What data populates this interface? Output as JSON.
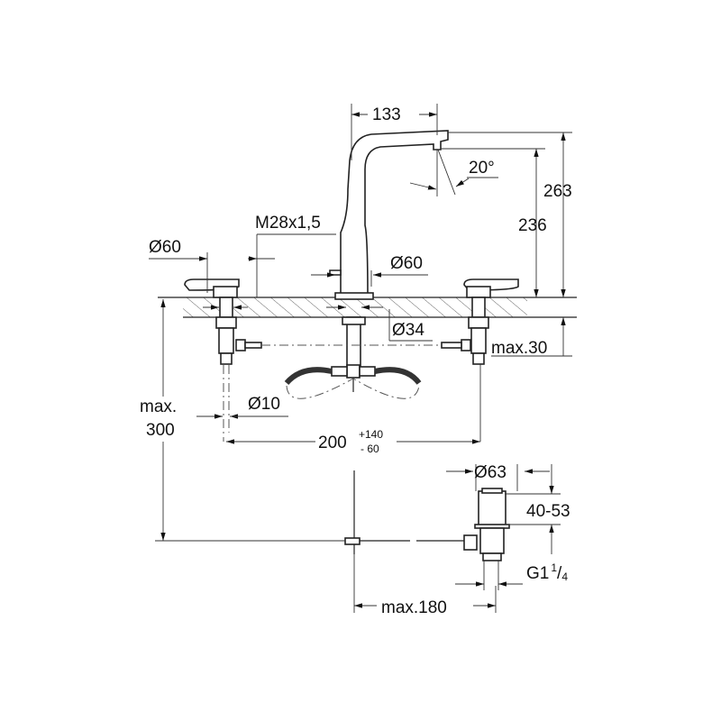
{
  "drawing": {
    "dimensions": {
      "spout_reach": "133",
      "spout_angle": "20°",
      "total_height": "263",
      "outlet_height": "236",
      "thread": "M28x1,5",
      "handle_diameter": "Ø60",
      "spout_base_diameter": "Ø60",
      "hole_diameter": "Ø34",
      "max_deck_thickness": "max.30",
      "max_depth_line1": "max.",
      "max_depth_line2": "300",
      "supply_diameter": "Ø10",
      "centers": "200",
      "centers_tol_plus": "+140",
      "centers_tol_minus": "- 60",
      "drain_diameter": "Ø63",
      "drain_height": "40-53",
      "drain_thread_main": "G1",
      "drain_thread_num": "1",
      "drain_thread_den": "4",
      "max_rod_length": "max.180"
    }
  }
}
